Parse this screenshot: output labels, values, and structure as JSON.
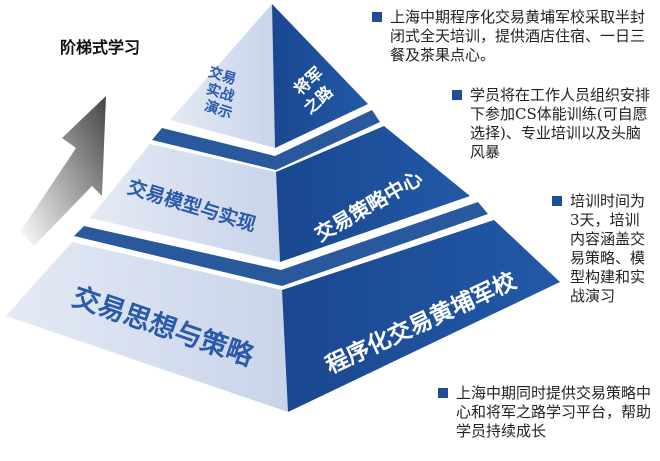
{
  "diagram": {
    "title": "阶梯式学习",
    "left_faces": {
      "top": [
        "交易",
        "实战",
        "演示"
      ],
      "middle": "交易模型与实现",
      "bottom": "交易思想与策略"
    },
    "right_faces": {
      "top": [
        "将军",
        "之路"
      ],
      "middle": "交易策略中心",
      "bottom": "程序化交易黄埔军校"
    },
    "notes": [
      "上海中期程序化交易黄埔军校采取半封闭式全天培训，提供酒店住宿、一日三餐及茶果点心。",
      "学员将在工作人员组织安排下参加CS体能训练(可自愿选择)、专业培训以及头脑风暴",
      "培训时间为3天，培训内容涵盖交易策略、模型构建和实战演习",
      "上海中期同时提供交易策略中心和将军之路学习平台，帮助学员持续成长"
    ],
    "colors": {
      "dark_blue": "#1d4f98",
      "light_face": "#dde4f1",
      "light_text": "#2a5aa8",
      "arrow": "#555555"
    }
  }
}
